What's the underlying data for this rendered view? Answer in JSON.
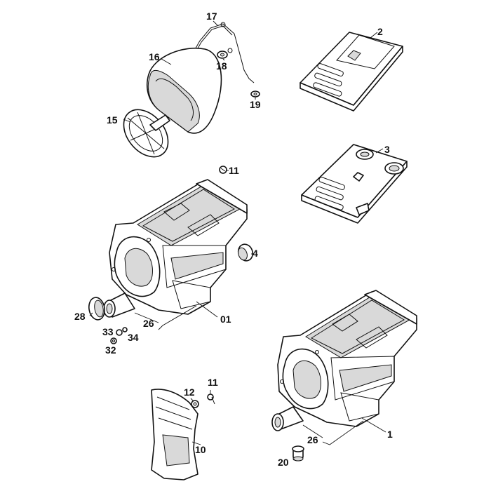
{
  "diagram": {
    "labels": [
      {
        "id": "17",
        "text": "17"
      },
      {
        "id": "16",
        "text": "16"
      },
      {
        "id": "18",
        "text": "18"
      },
      {
        "id": "19",
        "text": "19"
      },
      {
        "id": "15",
        "text": "15"
      },
      {
        "id": "2",
        "text": "2"
      },
      {
        "id": "3",
        "text": "3"
      },
      {
        "id": "11a",
        "text": "11"
      },
      {
        "id": "4",
        "text": "4"
      },
      {
        "id": "01",
        "text": "01"
      },
      {
        "id": "26a",
        "text": "26"
      },
      {
        "id": "28",
        "text": "28"
      },
      {
        "id": "33",
        "text": "33"
      },
      {
        "id": "34",
        "text": "34"
      },
      {
        "id": "32",
        "text": "32"
      },
      {
        "id": "1",
        "text": "1"
      },
      {
        "id": "26b",
        "text": "26"
      },
      {
        "id": "20",
        "text": "20"
      },
      {
        "id": "12",
        "text": "12"
      },
      {
        "id": "11b",
        "text": "11"
      },
      {
        "id": "10",
        "text": "10"
      }
    ]
  }
}
